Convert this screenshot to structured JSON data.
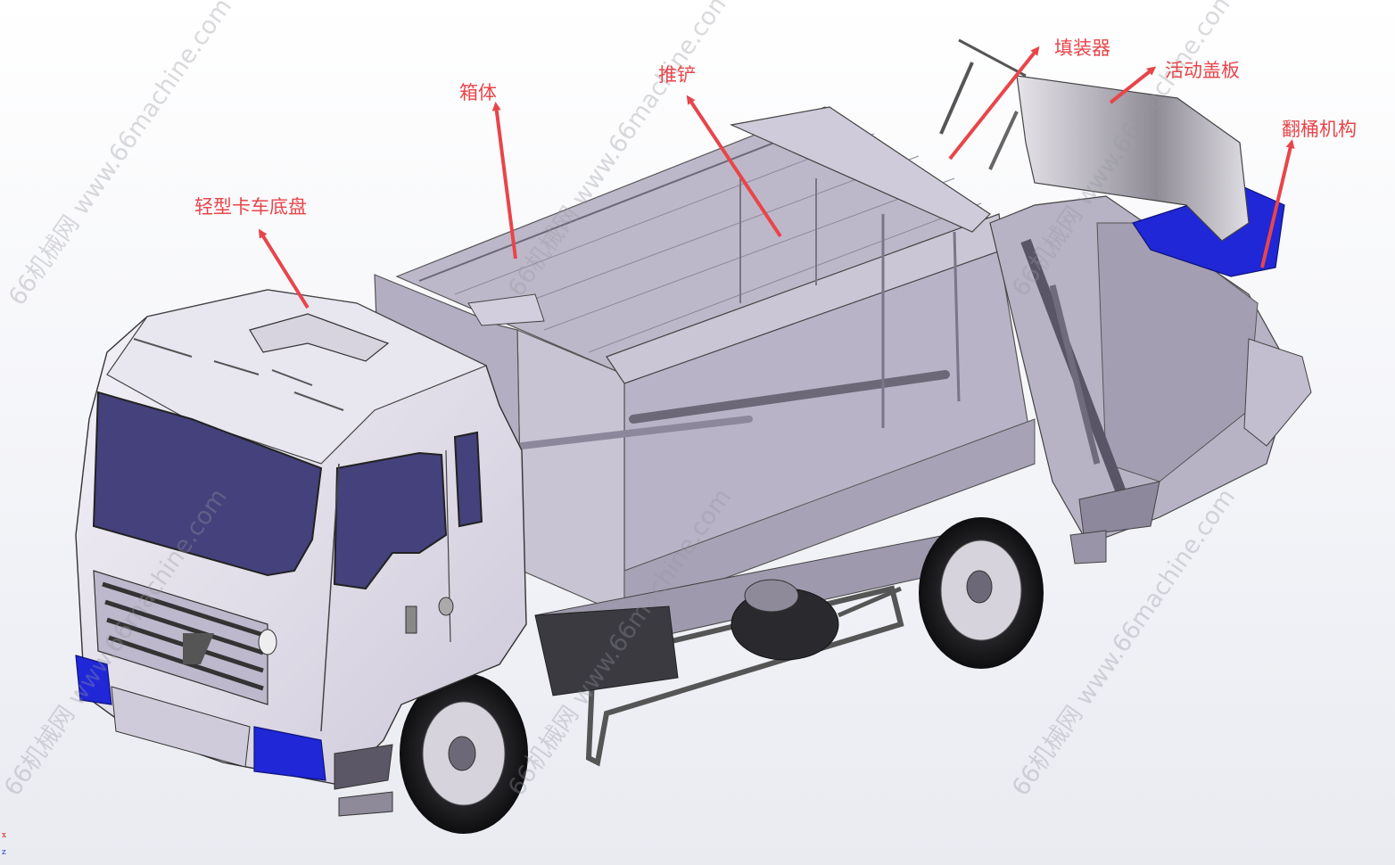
{
  "callouts": {
    "chassis": "轻型卡车底盘",
    "body": "箱体",
    "pusher": "推铲",
    "filler": "填装器",
    "lid": "活动盖板",
    "tipper": "翻桶机构"
  },
  "watermark": "66机械网 www.66machine.com",
  "triad": {
    "x": "x",
    "z": "z"
  },
  "colors": {
    "callout": "#e8454a",
    "body": "#c6c1d2",
    "blue": "#1f27d6",
    "window": "#45417c"
  }
}
